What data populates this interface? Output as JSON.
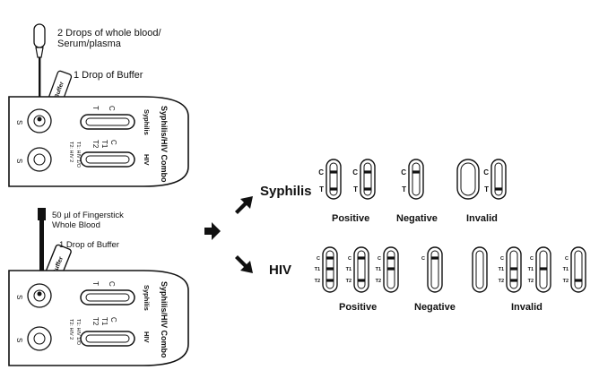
{
  "step1": {
    "pipette_label_line1": "2 Drops of whole blood/",
    "pipette_label_line2": "Serum/plasma",
    "buffer_label": "1 Drop of Buffer"
  },
  "step2": {
    "pipette_label_line1": "50 µl of Fingerstick",
    "pipette_label_line2": "Whole Blood",
    "buffer_label": "1 Drop of Buffer"
  },
  "cassette": {
    "title": "Syphilis/HIV Combo",
    "sample_well_label": "S",
    "syphilis_window_label": "Syphilis",
    "hiv_window_label": "HIV",
    "line_c": "C",
    "line_t": "T",
    "line_t1": "T1",
    "line_t2": "T2",
    "hiv_legend_1": "T1: HIV 1/O",
    "hiv_legend_2": "T2: HIV 2",
    "buffer_bottle_label": "Buffer"
  },
  "results": {
    "syphilis_title": "Syphilis",
    "hiv_title": "HIV",
    "positive": "Positive",
    "negative": "Negative",
    "invalid": "Invalid",
    "label_c": "C",
    "label_t": "T",
    "label_t1": "T1",
    "label_t2": "T2"
  },
  "colors": {
    "ink": "#111111",
    "line": "#1a1a1a",
    "arrow": "#111111"
  }
}
